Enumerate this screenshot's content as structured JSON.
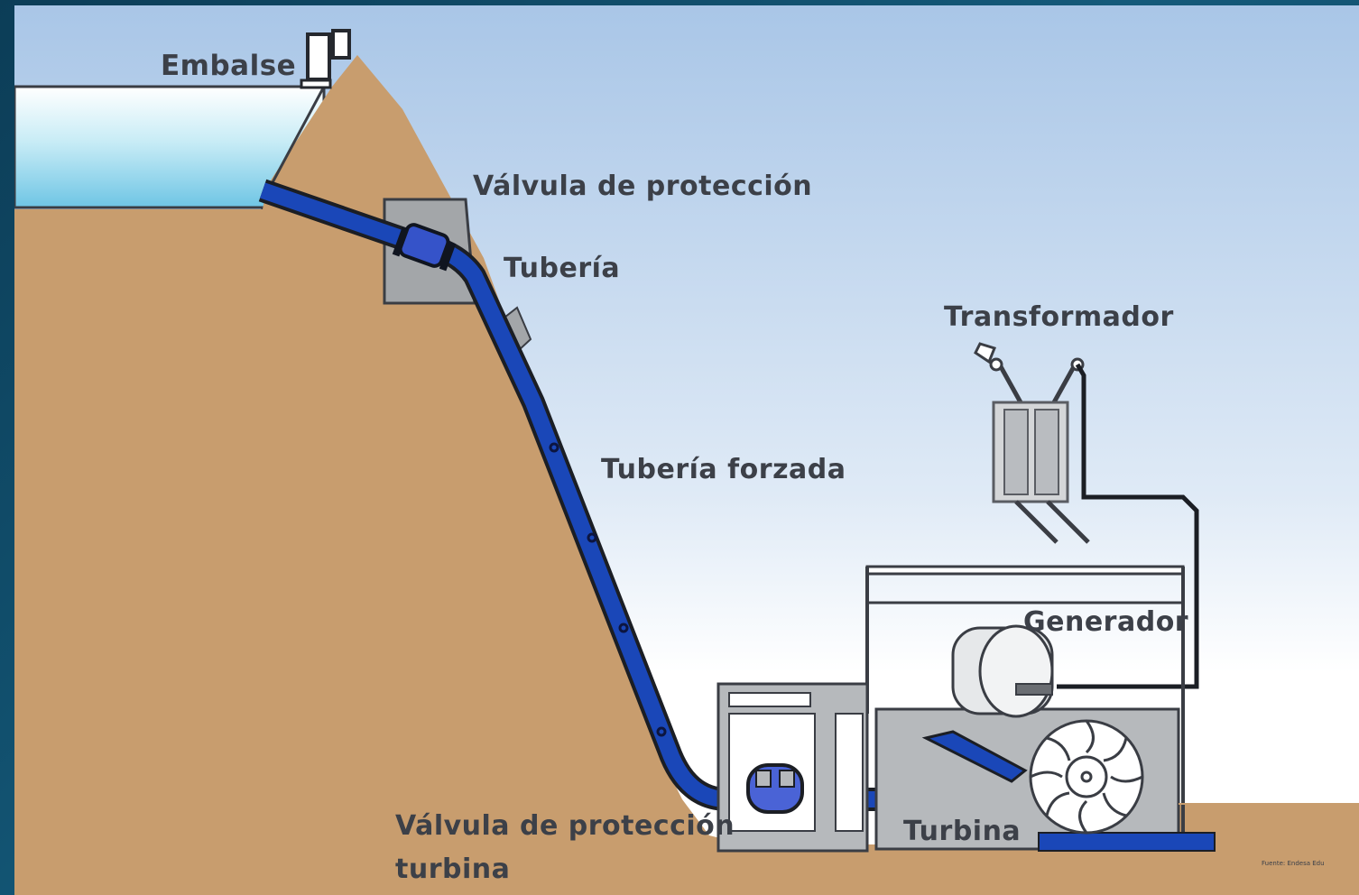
{
  "labels": {
    "reservoir": "Embalse",
    "protection_valve": "Válvula de protección",
    "pipe": "Tubería",
    "penstock": "Tubería forzada",
    "transformer": "Transformador",
    "generator": "Generador",
    "turbine_valve_line1": "Válvula de protección",
    "turbine_valve_line2": "turbina",
    "turbine": "Turbina",
    "credit": "Fuente: Endesa Edu"
  },
  "colors": {
    "sky_top": "#a9c6e7",
    "sky_bottom": "#ffffff",
    "ground": "#c89d6e",
    "water": "#8fd3ea",
    "pipe": "#1a47b8",
    "machinery": "#d4d6d8",
    "outline": "#3a3d44"
  }
}
